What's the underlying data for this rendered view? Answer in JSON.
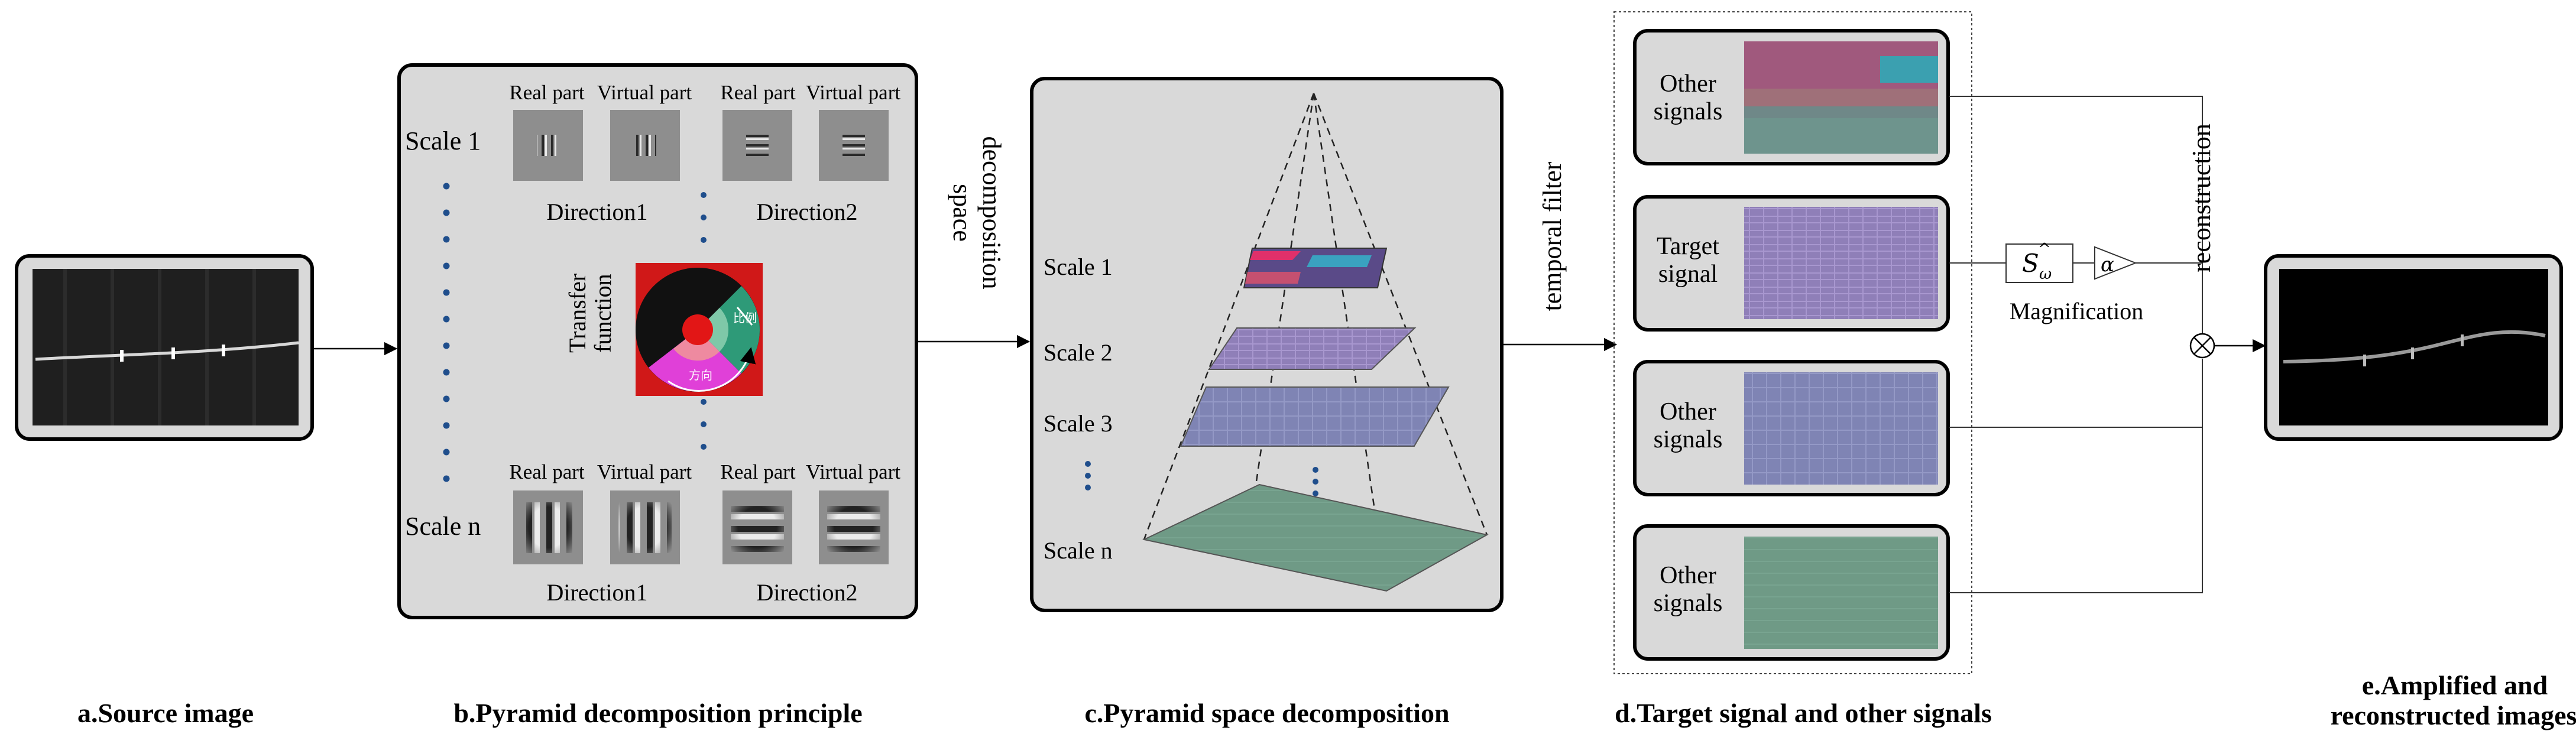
{
  "source_panel": {
    "caption": "a.Source image"
  },
  "pyramid_principle": {
    "caption": "b.Pyramid decomposition principle",
    "scale_top": "Scale 1",
    "scale_bottom": "Scale n",
    "real_part": "Real part",
    "virtual_part": "Virtual part",
    "direction1": "Direction1",
    "direction2": "Direction2",
    "transfer_function_line1": "Transfer",
    "transfer_function_line2": "function",
    "wheel_label_scale": "比例",
    "wheel_label_direction": "方向"
  },
  "space_decomposition_label": {
    "line1": "space",
    "line2": "decomposition"
  },
  "pyramid_space": {
    "caption": "c.Pyramid space decomposition",
    "scale1": "Scale 1",
    "scale2": "Scale 2",
    "scale3": "Scale 3",
    "scalen": "Scale n"
  },
  "temporal_filter_label": "temporal filter",
  "signals_panel": {
    "caption": "d.Target signal and other signals",
    "signals": [
      {
        "line1": "Other",
        "line2": "signals"
      },
      {
        "line1": "Target",
        "line2": "signal"
      },
      {
        "line1": "Other",
        "line2": "signals"
      },
      {
        "line1": "Other",
        "line2": "signals"
      }
    ]
  },
  "processing": {
    "magnification": "Magnification",
    "alpha_symbol": "α",
    "filter_symbol_base": "S",
    "filter_symbol_sub": "ω",
    "multiply_symbol": "⊗",
    "reconstruction_label": "reconstruction"
  },
  "output_panel": {
    "caption_line1": "e.Amplified and",
    "caption_line2": "reconstructed images"
  },
  "colors": {
    "panel_fill": "#d9d9d9",
    "layer1": "#8a6aa8",
    "layer2": "#b7a6d6",
    "layer3": "#7c86b6",
    "layer4": "#6f9680",
    "dots": "#1f4e8c",
    "wheel_red": "#d01818",
    "wheel_green": "#2e9a78",
    "wheel_magenta": "#e040d8",
    "wheel_pink": "#ee8aa0"
  }
}
